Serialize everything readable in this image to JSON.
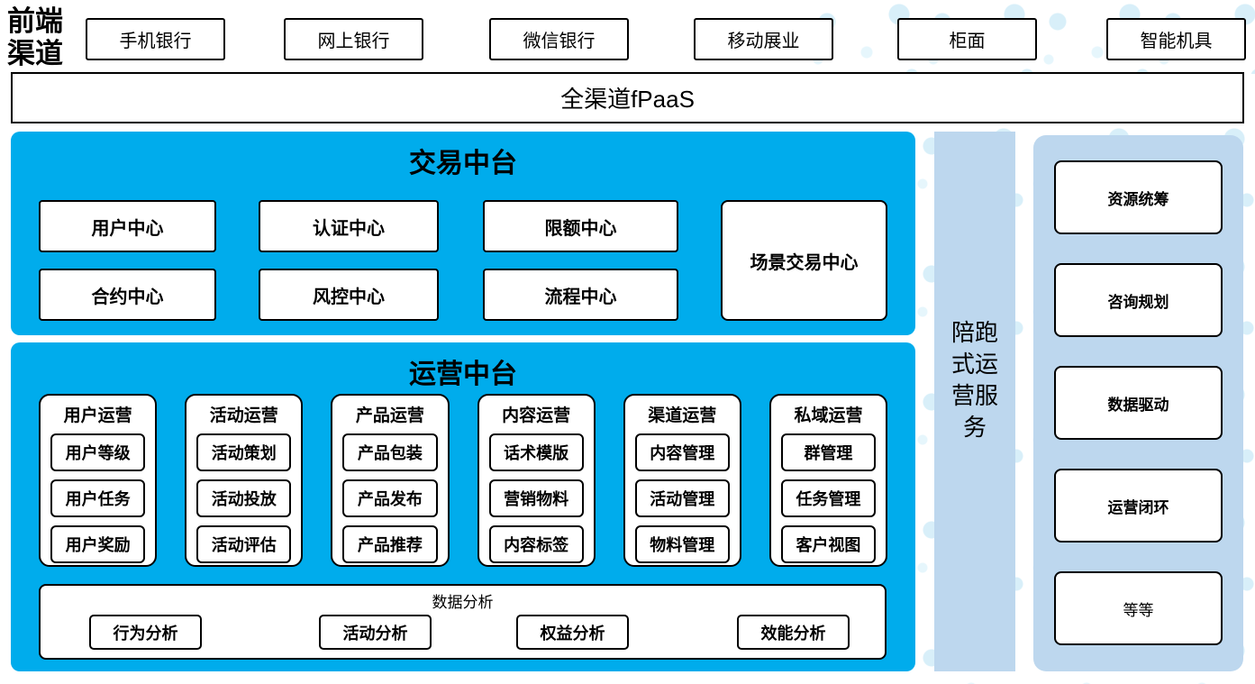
{
  "colors": {
    "panel_blue": "#00ACEC",
    "light_blue": "#BDD7EE",
    "dot_blue": "#D8EFF9",
    "box_background": "#FFFFFF",
    "box_border": "#000000"
  },
  "front_channels": {
    "label": "前端渠道",
    "items": [
      "手机银行",
      "网上银行",
      "微信银行",
      "移动展业",
      "柜面",
      "智能机具"
    ]
  },
  "fpaas_bar": {
    "label": "全渠道fPaaS"
  },
  "trade_platform": {
    "title": "交易中台",
    "centers": [
      "用户中心",
      "认证中心",
      "限额中心",
      "合约中心",
      "风控中心",
      "流程中心"
    ],
    "scene_center": "场景交易中心"
  },
  "ops_platform": {
    "title": "运营中台",
    "columns": [
      {
        "title": "用户运营",
        "items": [
          "用户等级",
          "用户任务",
          "用户奖励"
        ]
      },
      {
        "title": "活动运营",
        "items": [
          "活动策划",
          "活动投放",
          "活动评估"
        ]
      },
      {
        "title": "产品运营",
        "items": [
          "产品包装",
          "产品发布",
          "产品推荐"
        ]
      },
      {
        "title": "内容运营",
        "items": [
          "话术模版",
          "营销物料",
          "内容标签"
        ]
      },
      {
        "title": "渠道运营",
        "items": [
          "内容管理",
          "活动管理",
          "物料管理"
        ]
      },
      {
        "title": "私域运营",
        "items": [
          "群管理",
          "任务管理",
          "客户视图"
        ]
      }
    ],
    "analysis": {
      "title": "数据分析",
      "items": [
        "行为分析",
        "活动分析",
        "权益分析",
        "效能分析"
      ]
    }
  },
  "side_service": {
    "label": "陪跑式运营服务"
  },
  "right_panel": {
    "items": [
      "资源统筹",
      "咨询规划",
      "数据驱动",
      "运营闭环",
      "等等"
    ]
  }
}
